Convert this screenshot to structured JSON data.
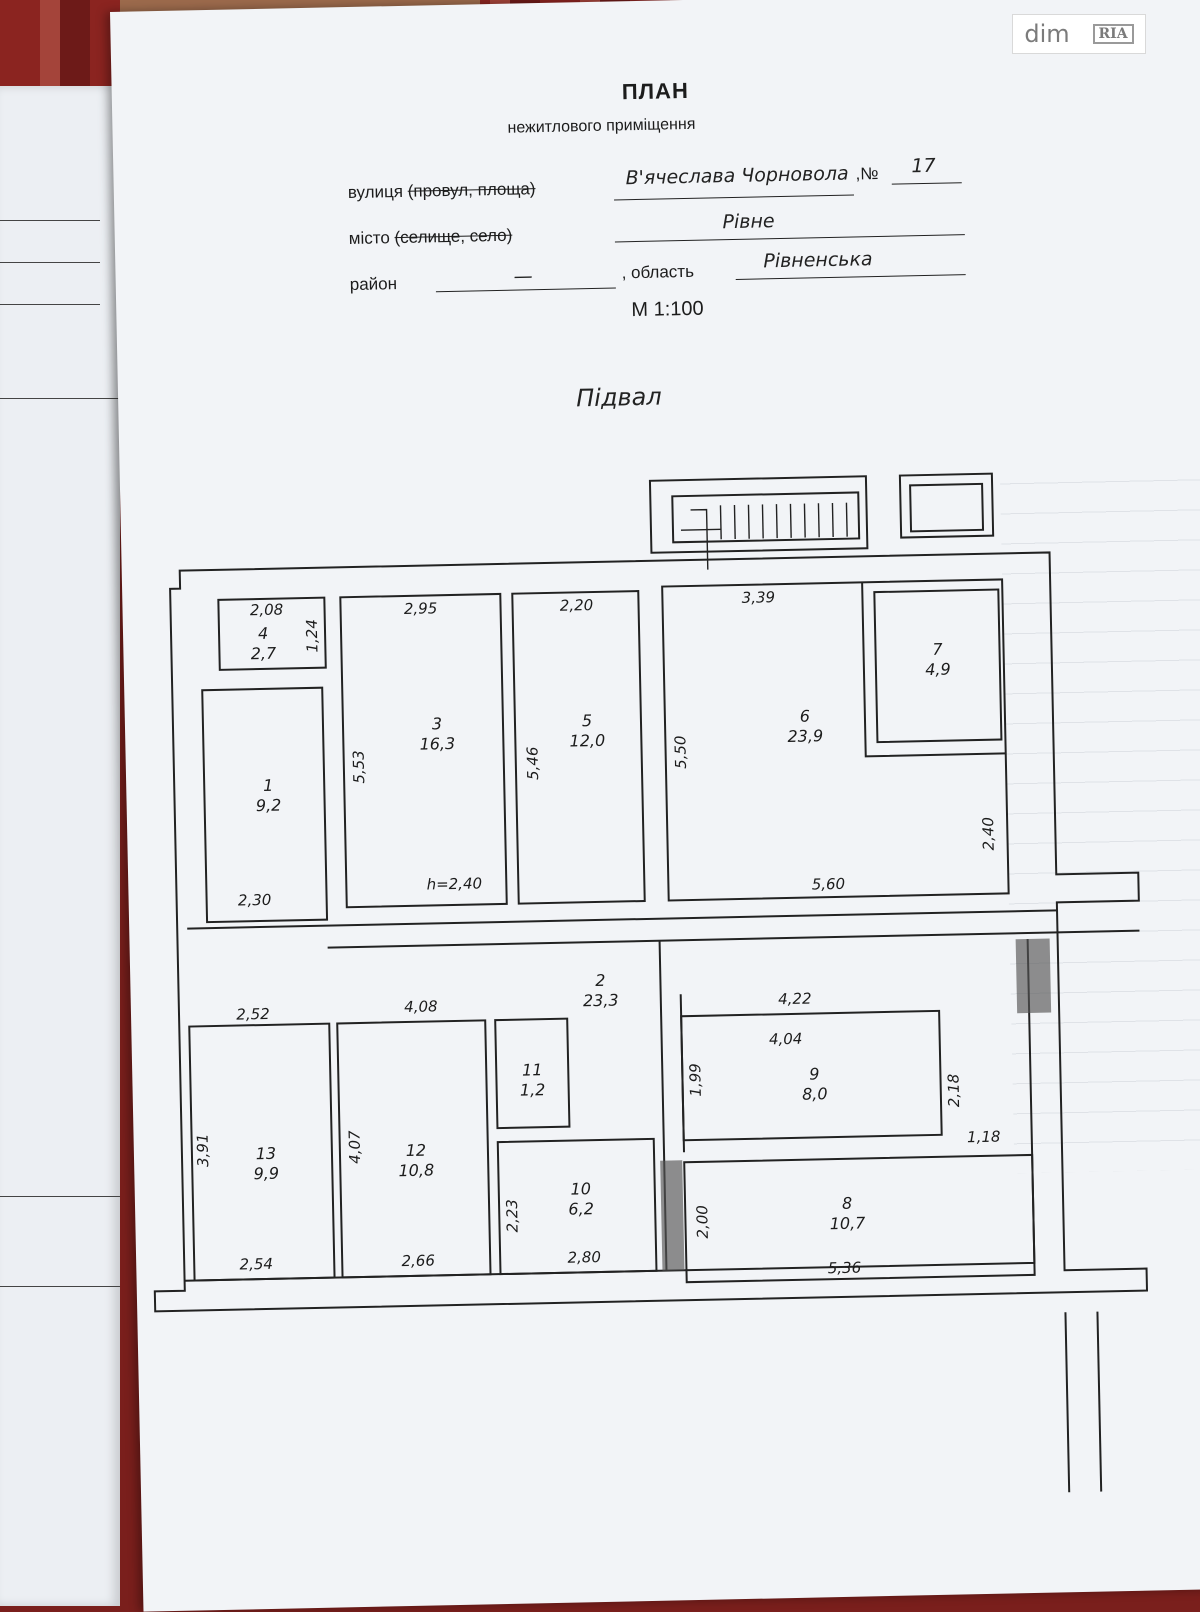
{
  "header": {
    "title": "ПЛАН",
    "subtitle": "нежитлового приміщення",
    "street_label": "вулиця",
    "street_struck": "(провул, площа)",
    "street_value": "В'ячеслава Чорновола",
    "number_label": ",№",
    "number_value": "17",
    "city_label": "місто",
    "city_struck": "(селище, село)",
    "city_value": "Рівне",
    "district_label": "район",
    "district_value": "—",
    "region_label": ", область",
    "region_value": "Рівненська",
    "scale": "М 1:100"
  },
  "floor_name": "Підвал",
  "watermark": {
    "text": "dim",
    "badge": "RIA"
  },
  "rooms": [
    {
      "num": "1",
      "area": "9,2"
    },
    {
      "num": "2",
      "area": "23,3"
    },
    {
      "num": "3",
      "area": "16,3"
    },
    {
      "num": "4",
      "area": "2,7"
    },
    {
      "num": "5",
      "area": "12,0"
    },
    {
      "num": "6",
      "area": "23,9"
    },
    {
      "num": "7",
      "area": "4,9"
    },
    {
      "num": "8",
      "area": "10,7"
    },
    {
      "num": "9",
      "area": "8,0"
    },
    {
      "num": "10",
      "area": "6,2"
    },
    {
      "num": "11",
      "area": "1,2"
    },
    {
      "num": "12",
      "area": "10,8"
    },
    {
      "num": "13",
      "area": "9,9"
    }
  ],
  "dimensions": [
    "2,08",
    "1,24",
    "2,95",
    "2,20",
    "3,39",
    "5,53",
    "5,46",
    "5,50",
    "2,30",
    "h=2,40",
    "5,60",
    "2,40",
    "2,52",
    "4,08",
    "4,22",
    "4,04",
    "1,99",
    "2,18",
    "1,18",
    "3,91",
    "4,07",
    "2,23",
    "2,00",
    "2,54",
    "2,66",
    "2,80",
    "5,36"
  ]
}
